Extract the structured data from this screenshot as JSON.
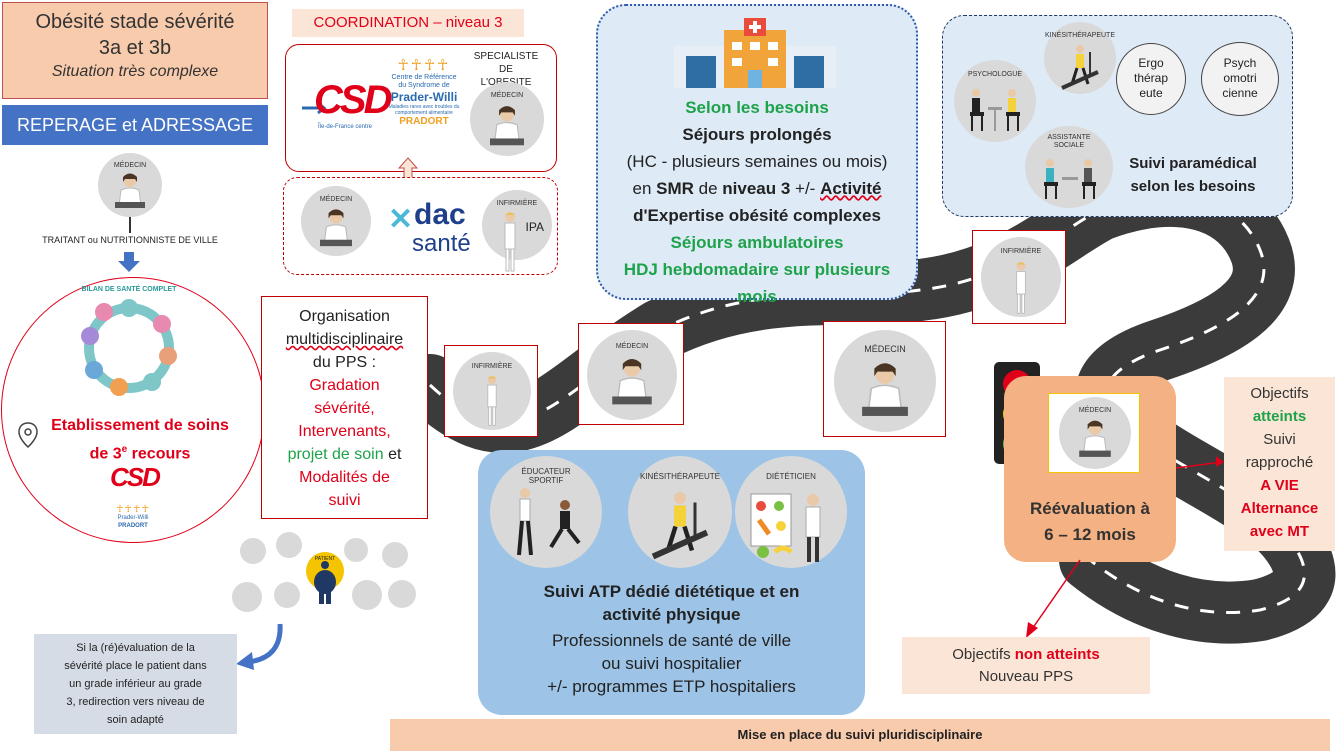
{
  "title_box": {
    "line1": "Obésité stade sévérité",
    "line2": "3a et 3b",
    "line3": "Situation très complexe"
  },
  "reperage": {
    "label": "REPERAGE et ADRESSAGE"
  },
  "medecin_label": "MÉDECIN",
  "traitant_label": "TRAITANT ou NUTRITIONNISTE DE VILLE",
  "etablissement": {
    "line1": "Etablissement de soins",
    "line2_pre": "de 3",
    "line2_sup": "e",
    "line2_post": " recours",
    "badge_top": "BILAN DE SANTÉ COMPLET",
    "pradort": "PRADORT"
  },
  "coordination": {
    "label": "COORDINATION – niveau 3"
  },
  "csd": {
    "logo": "CSD",
    "sub": "Île-de-France centre"
  },
  "prader": {
    "line1": "Centre de Référence",
    "line2": "du Syndrome de",
    "line3": "Prader-Willi",
    "line4": "PRADORT",
    "tagline": "Maladies rares avec troubles du comportement alimentaire"
  },
  "specialiste": {
    "line1": "SPECIALISTE DE",
    "line2": "L'OBESITE"
  },
  "dac": {
    "l1": "dac",
    "l2": "santé"
  },
  "infirmiere_label": "INFIRMIÈRE",
  "ipa": "IPA",
  "organisation": {
    "l1": "Organisation",
    "l2": "multidisciplinaire",
    "l3": "du PPS :",
    "r1": "Gradation",
    "r2": "sévérité,",
    "r3": "Intervenants,",
    "g1": "projet de soin",
    "g1b": " et",
    "r4": "Modalités de",
    "r5": "suivi"
  },
  "sejours": {
    "g1": "Selon les besoins",
    "b1": "Séjours prolongés",
    "n1": "(HC - plusieurs semaines ou mois)",
    "en": "en ",
    "smr": "SMR",
    "de": " de ",
    "niveau": "niveau 3",
    "plus": " +/- ",
    "activite": "Activité",
    "b2": "d'Expertise obésité complexes",
    "g2": "Séjours ambulatoires",
    "g3": "HDJ hebdomadaire sur plusieurs",
    "g4": "mois"
  },
  "paramedical": {
    "kine": "KINÉSITHÉRAPEUTE",
    "psy": "PSYCHOLOGUE",
    "ergo": "Ergo\nthérap\neute",
    "ergo1": "Ergo",
    "ergo2": "thérap",
    "ergo3": "eute",
    "psych1": "Psych",
    "psych2": "omotri",
    "psych3": "cienne",
    "assistante1": "ASSISTANTE",
    "assistante2": "SOCIALE",
    "label1": "Suivi paramédical",
    "label2": "selon les besoins"
  },
  "atp": {
    "educ1": "ÉDUCATEUR",
    "educ2": "SPORTIF",
    "kine": "KINÉSITHÉRAPEUTE",
    "dieteticien": "DIÉTÉTICIEN",
    "b1": "Suivi ATP dédié diététique et en",
    "b2": "activité physique",
    "n1": "Professionnels de santé de ville",
    "n2": "ou suivi hospitalier",
    "n3": "+/- programmes ETP hospitaliers"
  },
  "reevaluation": {
    "l1": "Réévaluation à",
    "l2": "6 – 12 mois"
  },
  "objectifs_ok": {
    "l1": "Objectifs",
    "l2": "atteints",
    "l3": "Suivi",
    "l4": "rapproché",
    "l5": "A VIE",
    "l6": "Alternance",
    "l7": "avec MT"
  },
  "objectifs_nok": {
    "l1": "Objectifs ",
    "l1r": "non atteints",
    "l2": "Nouveau PPS"
  },
  "redirection": {
    "l1": "Si la (ré)évaluation de la",
    "l2": "sévérité place le patient dans",
    "l3": "un grade inférieur au grade",
    "l4": "3, redirection vers niveau de",
    "l5": "soin adapté"
  },
  "patient_label": "PATIENT",
  "footer": {
    "label": "Mise en place du suivi pluridisciplinaire"
  },
  "colors": {
    "salmon": "#f8cbad",
    "blue_box": "#9dc3e6",
    "light_blue": "#deebf7",
    "red": "#e0001a",
    "green": "#1ea24a",
    "road": "#3b3b3b"
  }
}
